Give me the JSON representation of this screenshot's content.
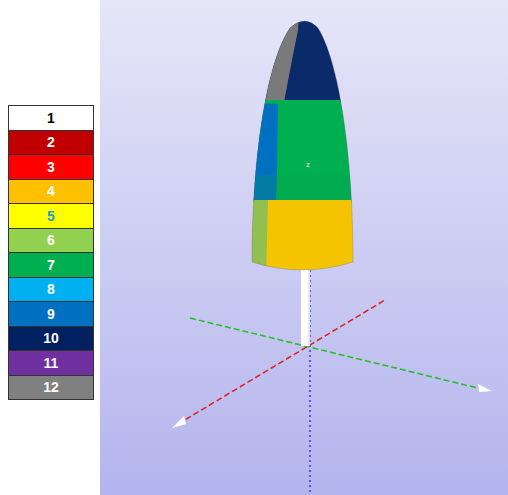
{
  "diagram": {
    "labels": [
      "z"
    ],
    "legend": [
      {
        "text": "1",
        "color": "#ffffff"
      },
      {
        "text": "2",
        "color": "#c00000"
      },
      {
        "text": "3",
        "color": "#ff0000"
      },
      {
        "text": "4",
        "color": "#ffc000"
      },
      {
        "text": "5",
        "color": "#ffff00"
      },
      {
        "text": "6",
        "color": "#92d050"
      },
      {
        "text": "7",
        "color": "#00b050"
      },
      {
        "text": "8",
        "color": "#00b0f0"
      },
      {
        "text": "9",
        "color": "#0070c0"
      },
      {
        "text": "10",
        "color": "#002060"
      },
      {
        "text": "11",
        "color": "#7030a0"
      },
      {
        "text": "12",
        "color": "#808080"
      }
    ]
  }
}
